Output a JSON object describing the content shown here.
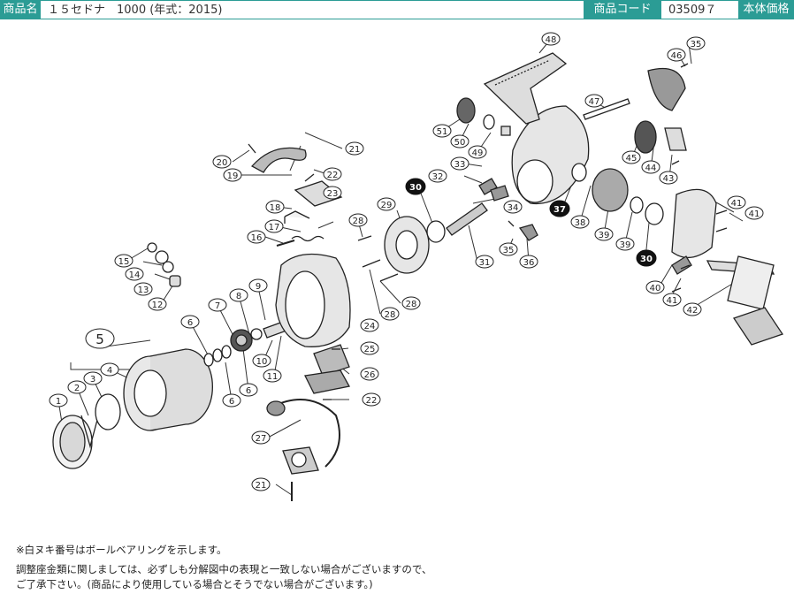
{
  "header": {
    "product_name_label": "商品名",
    "product_name_value": "１５セドナ　1000 (年式：2015)",
    "product_code_label": "商品コード",
    "product_code_value": "03509７",
    "price_label": "本体価格"
  },
  "colors": {
    "header_bg": "#2b9c95",
    "ink": "#333333",
    "callout_black": "#111111"
  },
  "callouts": [
    "1",
    "2",
    "3",
    "4",
    "5",
    "6",
    "6",
    "6",
    "7",
    "8",
    "9",
    "10",
    "11",
    "12",
    "13",
    "14",
    "15",
    "16",
    "17",
    "18",
    "19",
    "20",
    "21",
    "21",
    "22",
    "22",
    "23",
    "24",
    "25",
    "26",
    "27",
    "28",
    "28",
    "28",
    "29",
    "30",
    "30",
    "31",
    "32",
    "33",
    "34",
    "35",
    "35",
    "36",
    "37",
    "38",
    "39",
    "39",
    "40",
    "41",
    "41",
    "41",
    "42",
    "43",
    "44",
    "45",
    "46",
    "47",
    "48",
    "49",
    "50",
    "51"
  ],
  "footer": {
    "note_1": "※白ヌキ番号はボールベアリングを示します。",
    "note_2": "調整座金類に関しましては、必ずしも分解図中の表現と一致しない場合がございますので、",
    "note_3": "ご了承下さい。(商品により使用している場合とそうでない場合がございます。)"
  }
}
